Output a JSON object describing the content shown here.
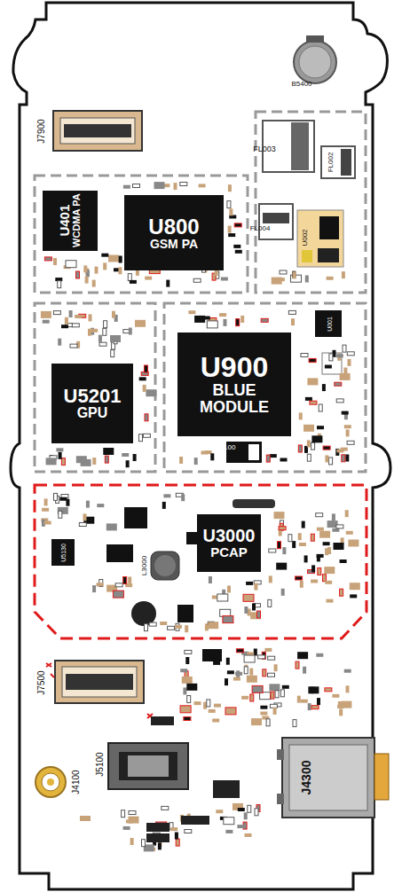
{
  "diagram": {
    "nodes": [
      {
        "text": [
          "U401",
          "WCDMA PA"
        ]
      },
      {
        "text": [
          "U800",
          "GSM PA"
        ]
      },
      {
        "text": [
          "U5201",
          "GPU"
        ]
      },
      {
        "text": [
          "U900",
          "BLUE MODULE"
        ]
      },
      {
        "text": [
          "U3000",
          "PCAP"
        ]
      }
    ],
    "labels": [
      "B5400",
      "J7900",
      "FL003",
      "FL002",
      "FL004",
      "U002",
      "U001",
      "Y100",
      "U5130",
      "L3000",
      "J7500",
      "J4100",
      "J5100",
      "J4300"
    ]
  }
}
